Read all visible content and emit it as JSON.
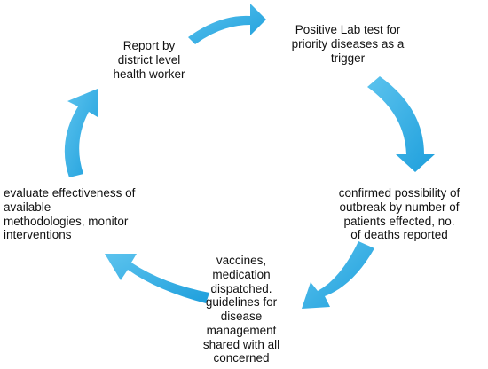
{
  "diagram": {
    "type": "cycle",
    "arrow_color": "#1e9fdc",
    "steps": [
      {
        "id": "report",
        "text": "Report by\ndistrict level\nhealth worker"
      },
      {
        "id": "lab",
        "text": "Positive Lab test for\npriority diseases as a\ntrigger"
      },
      {
        "id": "confirm",
        "text": "confirmed possibility of\noutbreak by number of\npatients effected, no.\nof deaths reported"
      },
      {
        "id": "vaccines",
        "text": "vaccines,\nmedication\ndispatched.\nguidelines for\ndisease\nmanagement\nshared with all\nconcerned"
      },
      {
        "id": "evaluate",
        "text": "evaluate effectiveness of\navailable\nmethodologies,  monitor\ninterventions"
      }
    ]
  }
}
